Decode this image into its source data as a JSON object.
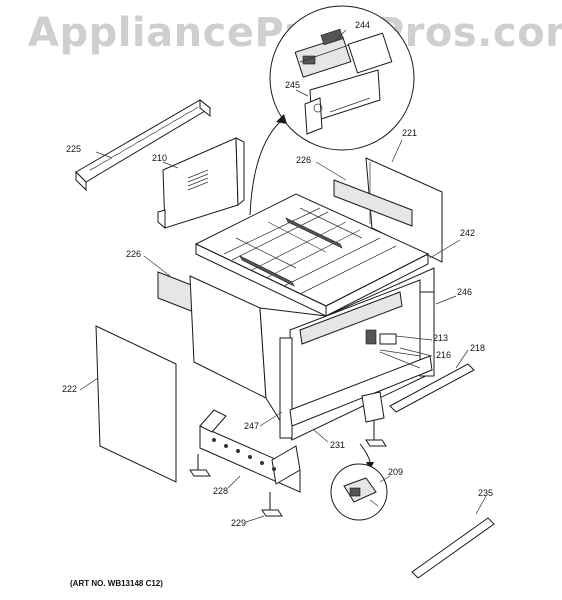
{
  "watermark": "AppliancePartsPros.com",
  "art_number": "(ART NO. WB13148 C12)",
  "callouts": {
    "p244": "244",
    "p245": "245",
    "p225": "225",
    "p210": "210",
    "p221": "221",
    "p226a": "226",
    "p226b": "226",
    "p242": "242",
    "p246": "246",
    "p213": "213",
    "p216": "216",
    "p218": "218",
    "p222": "222",
    "p247": "247",
    "p231": "231",
    "p209": "209",
    "p228": "228",
    "p229": "229",
    "p235": "235"
  },
  "colors": {
    "line": "#1a1a1a",
    "watermark": "#cfcfcf",
    "background": "#ffffff"
  }
}
